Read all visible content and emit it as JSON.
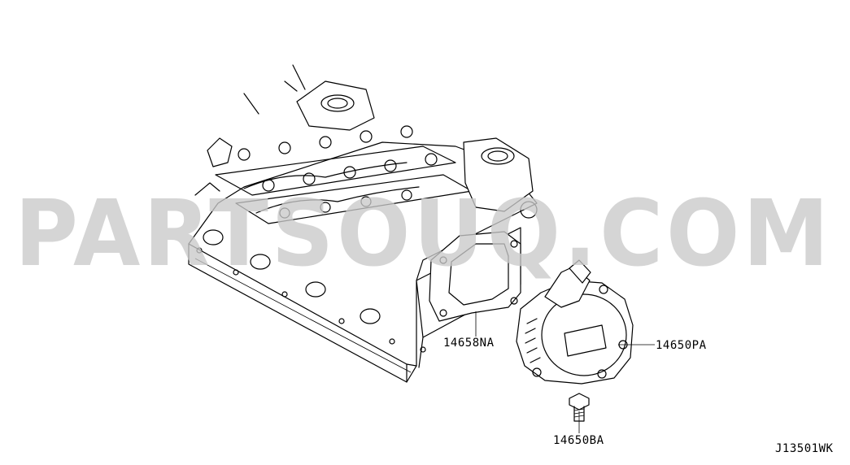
{
  "watermark": "PARTSOUQ.COM",
  "callouts": [
    {
      "id": "gasket",
      "part_number": "14658NA"
    },
    {
      "id": "vacuum-pump",
      "part_number": "14650PA"
    },
    {
      "id": "bolt",
      "part_number": "14650BA"
    }
  ],
  "diagram_code": "J13501WK",
  "colors": {
    "line": "#000000",
    "watermark": "#c9c9c9",
    "background": "#ffffff"
  }
}
